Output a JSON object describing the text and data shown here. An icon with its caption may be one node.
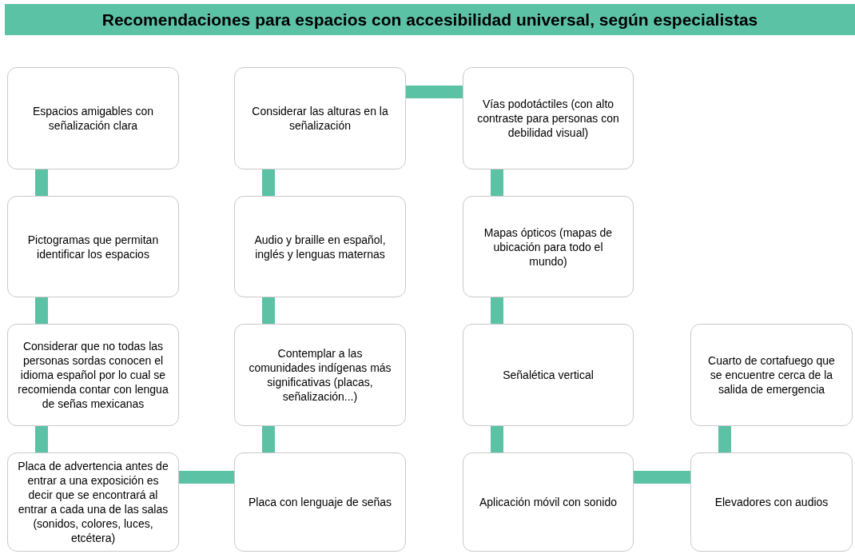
{
  "diagram": {
    "title": "Recomendaciones para espacios con accesibilidad universal, según especialistas",
    "nodes": [
      {
        "text": [
          "Espacios amigables con señalización clara"
        ]
      },
      {
        "text": [
          "Pictogramas que permitan identificar los espacios"
        ]
      },
      {
        "text": [
          "Considerar que no todas las personas sordas conocen el idioma español por lo cual se recomienda contar con lengua de señas mexicanas"
        ]
      },
      {
        "text": [
          "Placa de advertencia antes de entrar a una exposición es decir que se encontrará al entrar a cada una de las salas (sonidos, colores, luces, etcétera)"
        ]
      },
      {
        "text": [
          "Placa con lenguaje de señas"
        ]
      },
      {
        "text": [
          "Contemplar a las comunidades indígenas más significativas (placas, señalización...)"
        ]
      },
      {
        "text": [
          "Audio y braille en español, inglés y lenguas maternas"
        ]
      },
      {
        "text": [
          "Considerar las alturas en la señalización"
        ]
      },
      {
        "text": [
          "Vías podotáctiles (con alto contraste para personas con debilidad visual)"
        ]
      },
      {
        "text": [
          "Mapas ópticos (mapas de ubicación para todo el mundo)"
        ]
      },
      {
        "text": [
          "Señalética vertical"
        ]
      },
      {
        "text": [
          "Aplicación móvil con sonido"
        ]
      },
      {
        "text": [
          "Elevadores con audios"
        ]
      },
      {
        "text": [
          "Cuarto de cortafuego que se encuentre cerca de la salida de emergencia"
        ]
      }
    ],
    "edges": [
      {
        "from": 0,
        "to": 1,
        "arrow": "none"
      },
      {
        "from": 1,
        "to": 2,
        "arrow": "none"
      },
      {
        "from": 2,
        "to": 3,
        "arrow": "none"
      },
      {
        "from": 3,
        "to": 4,
        "arrow": "none"
      },
      {
        "from": 4,
        "to": 5,
        "arrow": "none"
      },
      {
        "from": 5,
        "to": 6,
        "arrow": "none"
      },
      {
        "from": 6,
        "to": 7,
        "arrow": "none"
      },
      {
        "from": 7,
        "to": 8,
        "arrow": "none"
      },
      {
        "from": 8,
        "to": 9,
        "arrow": "none"
      },
      {
        "from": 9,
        "to": 10,
        "arrow": "none"
      },
      {
        "from": 10,
        "to": 11,
        "arrow": "none"
      },
      {
        "from": 11,
        "to": 12,
        "arrow": "none"
      },
      {
        "from": 12,
        "to": 13,
        "arrow": "none"
      }
    ]
  }
}
